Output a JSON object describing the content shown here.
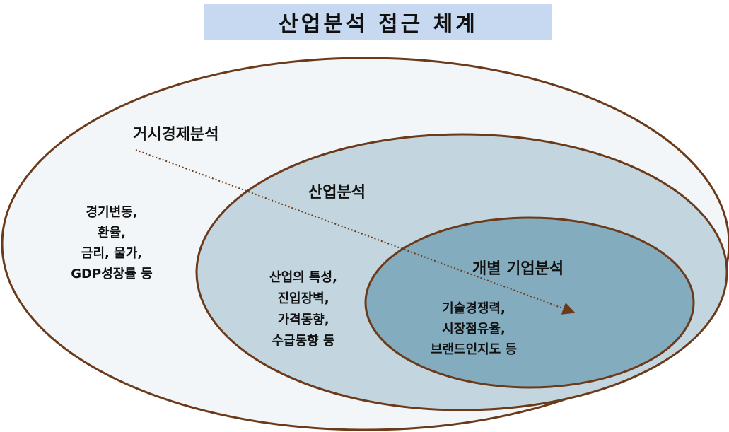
{
  "title": "산업분석 접근 체계",
  "colors": {
    "title_bg": "#c6d9f0",
    "outer_fill": "#f2f6f8",
    "middle_fill": "#c3d6df",
    "inner_fill": "#84acbf",
    "stroke": "#6b3a1a",
    "arrow": "#6b3a1a"
  },
  "circles": {
    "macro": {
      "label": "거시경제분석",
      "items": [
        "경기변동,",
        "환율,",
        "금리, 물가,",
        "GDP성장률 등"
      ]
    },
    "industry": {
      "label": "산업분석",
      "items": [
        "산업의 특성,",
        "진입장벽,",
        "가격동향,",
        "수급동향 등"
      ]
    },
    "company": {
      "label": "개별 기업분석",
      "items": [
        "기술경쟁력,",
        "시장점유율,",
        "브랜드인지도 등"
      ]
    }
  }
}
